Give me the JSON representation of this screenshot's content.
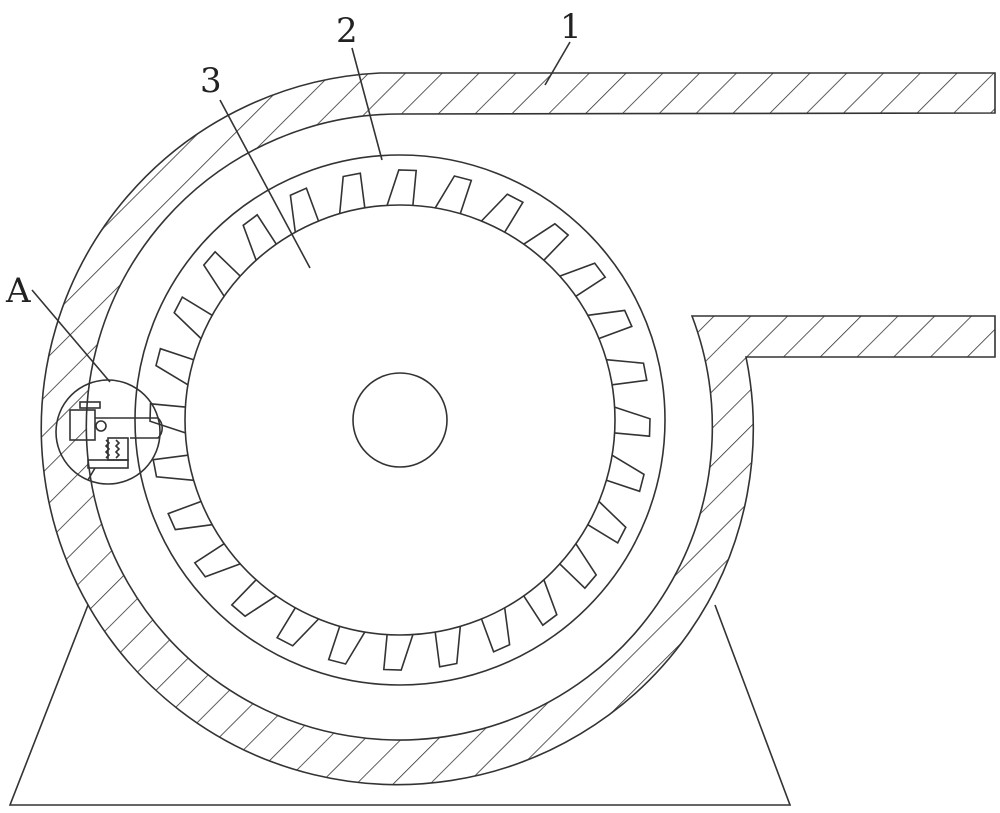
{
  "labels": {
    "housing": "1",
    "ring": "2",
    "impeller": "3",
    "detail": "A"
  },
  "impeller": {
    "blade_count": 28
  },
  "colors": {
    "line": "#333333",
    "background": "#ffffff"
  }
}
